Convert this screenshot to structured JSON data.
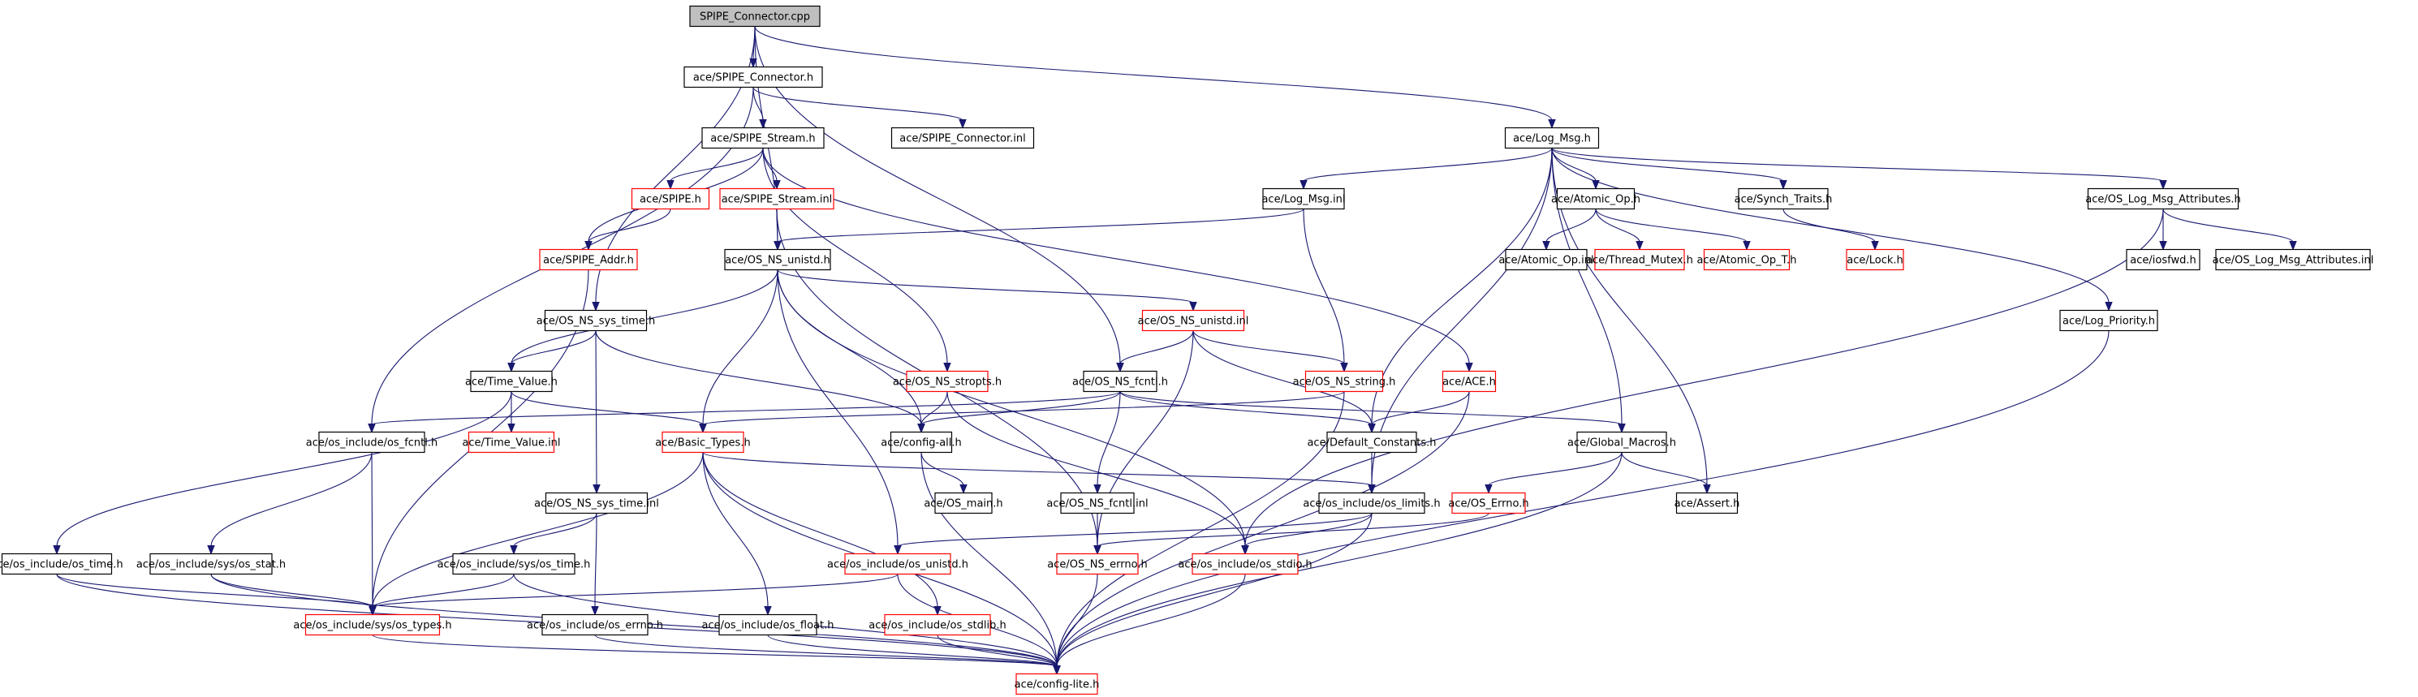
{
  "diagram": {
    "title": "SPIPE_Connector.cpp include dependency graph",
    "colors": {
      "edge": "#191970",
      "normal_border": "#000000",
      "missing_border": "#ff0000",
      "root_fill": "#bfbfbf"
    },
    "nodes": [
      {
        "id": "root",
        "label": "SPIPE_Connector.cpp",
        "kind": "root"
      },
      {
        "id": "spipe_connector_h",
        "label": "ace/SPIPE_Connector.h",
        "kind": "normal"
      },
      {
        "id": "spipe_stream_h",
        "label": "ace/SPIPE_Stream.h",
        "kind": "normal"
      },
      {
        "id": "spipe_connector_inl",
        "label": "ace/SPIPE_Connector.inl",
        "kind": "normal"
      },
      {
        "id": "log_msg_h",
        "label": "ace/Log_Msg.h",
        "kind": "normal"
      },
      {
        "id": "spipe_h",
        "label": "ace/SPIPE.h",
        "kind": "missing"
      },
      {
        "id": "spipe_stream_inl",
        "label": "ace/SPIPE_Stream.inl",
        "kind": "missing"
      },
      {
        "id": "log_msg_inl",
        "label": "ace/Log_Msg.inl",
        "kind": "normal"
      },
      {
        "id": "atomic_op_h",
        "label": "ace/Atomic_Op.h",
        "kind": "normal"
      },
      {
        "id": "synch_traits_h",
        "label": "ace/Synch_Traits.h",
        "kind": "normal"
      },
      {
        "id": "os_log_msg_attr_h",
        "label": "ace/OS_Log_Msg_Attributes.h",
        "kind": "normal"
      },
      {
        "id": "spipe_addr_h",
        "label": "ace/SPIPE_Addr.h",
        "kind": "missing"
      },
      {
        "id": "os_ns_unistd_h",
        "label": "ace/OS_NS_unistd.h",
        "kind": "normal"
      },
      {
        "id": "atomic_op_inl",
        "label": "ace/Atomic_Op.inl",
        "kind": "normal"
      },
      {
        "id": "thread_mutex_h",
        "label": "ace/Thread_Mutex.h",
        "kind": "missing"
      },
      {
        "id": "atomic_op_t_h",
        "label": "ace/Atomic_Op_T.h",
        "kind": "missing"
      },
      {
        "id": "lock_h",
        "label": "ace/Lock.h",
        "kind": "missing"
      },
      {
        "id": "iosfwd_h",
        "label": "ace/iosfwd.h",
        "kind": "normal"
      },
      {
        "id": "os_log_msg_attr_inl",
        "label": "ace/OS_Log_Msg_Attributes.inl",
        "kind": "normal"
      },
      {
        "id": "os_ns_sys_time_h",
        "label": "ace/OS_NS_sys_time.h",
        "kind": "normal"
      },
      {
        "id": "os_ns_unistd_inl",
        "label": "ace/OS_NS_unistd.inl",
        "kind": "missing"
      },
      {
        "id": "log_priority_h",
        "label": "ace/Log_Priority.h",
        "kind": "normal"
      },
      {
        "id": "time_value_h",
        "label": "ace/Time_Value.h",
        "kind": "normal"
      },
      {
        "id": "os_ns_stropts_h",
        "label": "ace/OS_NS_stropts.h",
        "kind": "missing"
      },
      {
        "id": "os_ns_fcntl_h",
        "label": "ace/OS_NS_fcntl.h",
        "kind": "normal"
      },
      {
        "id": "os_ns_string_h",
        "label": "ace/OS_NS_string.h",
        "kind": "missing"
      },
      {
        "id": "ace_h",
        "label": "ace/ACE.h",
        "kind": "missing"
      },
      {
        "id": "os_fcntl_h",
        "label": "ace/os_include/os_fcntl.h",
        "kind": "normal"
      },
      {
        "id": "time_value_inl",
        "label": "ace/Time_Value.inl",
        "kind": "missing"
      },
      {
        "id": "basic_types_h",
        "label": "ace/Basic_Types.h",
        "kind": "missing"
      },
      {
        "id": "config_all_h",
        "label": "ace/config-all.h",
        "kind": "normal"
      },
      {
        "id": "default_constants_h",
        "label": "ace/Default_Constants.h",
        "kind": "normal"
      },
      {
        "id": "global_macros_h",
        "label": "ace/Global_Macros.h",
        "kind": "normal"
      },
      {
        "id": "os_ns_sys_time_inl",
        "label": "ace/OS_NS_sys_time.inl",
        "kind": "normal"
      },
      {
        "id": "os_main_h",
        "label": "ace/OS_main.h",
        "kind": "normal"
      },
      {
        "id": "os_ns_fcntl_inl",
        "label": "ace/OS_NS_fcntl.inl",
        "kind": "normal"
      },
      {
        "id": "os_limits_h",
        "label": "ace/os_include/os_limits.h",
        "kind": "normal"
      },
      {
        "id": "os_errno_cap_h",
        "label": "ace/OS_Errno.h",
        "kind": "missing"
      },
      {
        "id": "assert_h",
        "label": "ace/Assert.h",
        "kind": "normal"
      },
      {
        "id": "os_time_h",
        "label": "ace/os_include/os_time.h",
        "kind": "normal"
      },
      {
        "id": "sys_os_stat_h",
        "label": "ace/os_include/sys/os_stat.h",
        "kind": "normal"
      },
      {
        "id": "sys_os_time_h",
        "label": "ace/os_include/sys/os_time.h",
        "kind": "normal"
      },
      {
        "id": "os_unistd_h",
        "label": "ace/os_include/os_unistd.h",
        "kind": "missing"
      },
      {
        "id": "os_ns_errno_h",
        "label": "ace/OS_NS_errno.h",
        "kind": "missing"
      },
      {
        "id": "os_stdio_h",
        "label": "ace/os_include/os_stdio.h",
        "kind": "missing"
      },
      {
        "id": "sys_os_types_h",
        "label": "ace/os_include/sys/os_types.h",
        "kind": "missing"
      },
      {
        "id": "os_errno_h",
        "label": "ace/os_include/os_errno.h",
        "kind": "normal"
      },
      {
        "id": "os_float_h",
        "label": "ace/os_include/os_float.h",
        "kind": "normal"
      },
      {
        "id": "os_stdlib_h",
        "label": "ace/os_include/os_stdlib.h",
        "kind": "missing"
      },
      {
        "id": "config_lite_h",
        "label": "ace/config-lite.h",
        "kind": "missing"
      }
    ],
    "edges": [
      [
        "root",
        "spipe_connector_h"
      ],
      [
        "root",
        "log_msg_h"
      ],
      [
        "root",
        "os_ns_sys_time_h"
      ],
      [
        "root",
        "os_ns_unistd_h"
      ],
      [
        "root",
        "os_ns_fcntl_h"
      ],
      [
        "spipe_connector_h",
        "spipe_stream_h"
      ],
      [
        "spipe_connector_h",
        "spipe_connector_inl"
      ],
      [
        "spipe_connector_h",
        "os_fcntl_h"
      ],
      [
        "spipe_stream_h",
        "spipe_h"
      ],
      [
        "spipe_stream_h",
        "spipe_stream_inl"
      ],
      [
        "spipe_stream_h",
        "spipe_addr_h"
      ],
      [
        "spipe_stream_h",
        "os_ns_stropts_h"
      ],
      [
        "spipe_stream_h",
        "ace_h"
      ],
      [
        "spipe_h",
        "spipe_addr_h"
      ],
      [
        "spipe_stream_inl",
        "os_ns_unistd_h"
      ],
      [
        "spipe_stream_inl",
        "os_ns_errno_h"
      ],
      [
        "spipe_addr_h",
        "sys_os_types_h"
      ],
      [
        "log_msg_h",
        "log_msg_inl"
      ],
      [
        "log_msg_h",
        "atomic_op_h"
      ],
      [
        "log_msg_h",
        "synch_traits_h"
      ],
      [
        "log_msg_h",
        "os_log_msg_attr_h"
      ],
      [
        "log_msg_h",
        "log_priority_h"
      ],
      [
        "log_msg_h",
        "default_constants_h"
      ],
      [
        "log_msg_h",
        "global_macros_h"
      ],
      [
        "log_msg_h",
        "os_limits_h"
      ],
      [
        "log_msg_h",
        "assert_h"
      ],
      [
        "log_msg_inl",
        "os_ns_unistd_h"
      ],
      [
        "log_msg_inl",
        "os_ns_string_h"
      ],
      [
        "atomic_op_h",
        "atomic_op_inl"
      ],
      [
        "atomic_op_h",
        "thread_mutex_h"
      ],
      [
        "atomic_op_h",
        "atomic_op_t_h"
      ],
      [
        "synch_traits_h",
        "lock_h"
      ],
      [
        "os_log_msg_attr_h",
        "iosfwd_h"
      ],
      [
        "os_log_msg_attr_h",
        "os_log_msg_attr_inl"
      ],
      [
        "os_log_msg_attr_h",
        "os_stdio_h"
      ],
      [
        "os_ns_unistd_h",
        "os_ns_unistd_inl"
      ],
      [
        "os_ns_unistd_h",
        "time_value_h"
      ],
      [
        "os_ns_unistd_h",
        "basic_types_h"
      ],
      [
        "os_ns_unistd_h",
        "config_all_h"
      ],
      [
        "os_ns_unistd_h",
        "os_unistd_h"
      ],
      [
        "os_ns_unistd_h",
        "os_stdio_h"
      ],
      [
        "os_ns_sys_time_h",
        "time_value_h"
      ],
      [
        "os_ns_sys_time_h",
        "os_ns_sys_time_inl"
      ],
      [
        "os_ns_sys_time_h",
        "config_all_h"
      ],
      [
        "os_ns_unistd_inl",
        "os_ns_fcntl_h"
      ],
      [
        "os_ns_unistd_inl",
        "os_ns_string_h"
      ],
      [
        "os_ns_unistd_inl",
        "default_constants_h"
      ],
      [
        "os_ns_unistd_inl",
        "os_ns_errno_h"
      ],
      [
        "time_value_h",
        "time_value_inl"
      ],
      [
        "time_value_h",
        "basic_types_h"
      ],
      [
        "time_value_h",
        "os_time_h"
      ],
      [
        "os_ns_stropts_h",
        "config_all_h"
      ],
      [
        "os_ns_stropts_h",
        "os_stdio_h"
      ],
      [
        "os_ns_fcntl_h",
        "os_fcntl_h"
      ],
      [
        "os_ns_fcntl_h",
        "config_all_h"
      ],
      [
        "os_ns_fcntl_h",
        "default_constants_h"
      ],
      [
        "os_ns_fcntl_h",
        "global_macros_h"
      ],
      [
        "os_ns_fcntl_h",
        "os_ns_fcntl_inl"
      ],
      [
        "os_ns_string_h",
        "basic_types_h"
      ],
      [
        "os_ns_string_h",
        "config_lite_h"
      ],
      [
        "ace_h",
        "default_constants_h"
      ],
      [
        "ace_h",
        "config_lite_h"
      ],
      [
        "os_fcntl_h",
        "sys_os_stat_h"
      ],
      [
        "os_fcntl_h",
        "sys_os_types_h"
      ],
      [
        "basic_types_h",
        "os_limits_h"
      ],
      [
        "basic_types_h",
        "sys_os_types_h"
      ],
      [
        "basic_types_h",
        "os_float_h"
      ],
      [
        "basic_types_h",
        "os_stdlib_h"
      ],
      [
        "basic_types_h",
        "config_lite_h"
      ],
      [
        "config_all_h",
        "os_main_h"
      ],
      [
        "config_all_h",
        "config_lite_h"
      ],
      [
        "default_constants_h",
        "os_limits_h"
      ],
      [
        "global_macros_h",
        "os_errno_cap_h"
      ],
      [
        "global_macros_h",
        "assert_h"
      ],
      [
        "global_macros_h",
        "config_lite_h"
      ],
      [
        "os_ns_sys_time_inl",
        "sys_os_time_h"
      ],
      [
        "os_ns_sys_time_inl",
        "os_errno_h"
      ],
      [
        "os_ns_fcntl_inl",
        "os_ns_errno_h"
      ],
      [
        "os_limits_h",
        "os_unistd_h"
      ],
      [
        "os_limits_h",
        "os_stdio_h"
      ],
      [
        "os_limits_h",
        "config_lite_h"
      ],
      [
        "os_errno_cap_h",
        "os_ns_errno_h"
      ],
      [
        "os_time_h",
        "sys_os_types_h"
      ],
      [
        "os_time_h",
        "config_lite_h"
      ],
      [
        "sys_os_stat_h",
        "sys_os_types_h"
      ],
      [
        "sys_os_stat_h",
        "config_lite_h"
      ],
      [
        "sys_os_time_h",
        "sys_os_types_h"
      ],
      [
        "sys_os_time_h",
        "config_lite_h"
      ],
      [
        "os_unistd_h",
        "sys_os_types_h"
      ],
      [
        "os_unistd_h",
        "config_lite_h"
      ],
      [
        "os_ns_errno_h",
        "config_lite_h"
      ],
      [
        "os_stdio_h",
        "config_lite_h"
      ],
      [
        "sys_os_types_h",
        "config_lite_h"
      ],
      [
        "os_errno_h",
        "config_lite_h"
      ],
      [
        "os_float_h",
        "config_lite_h"
      ],
      [
        "os_stdlib_h",
        "config_lite_h"
      ],
      [
        "log_priority_h",
        "config_lite_h"
      ]
    ]
  }
}
